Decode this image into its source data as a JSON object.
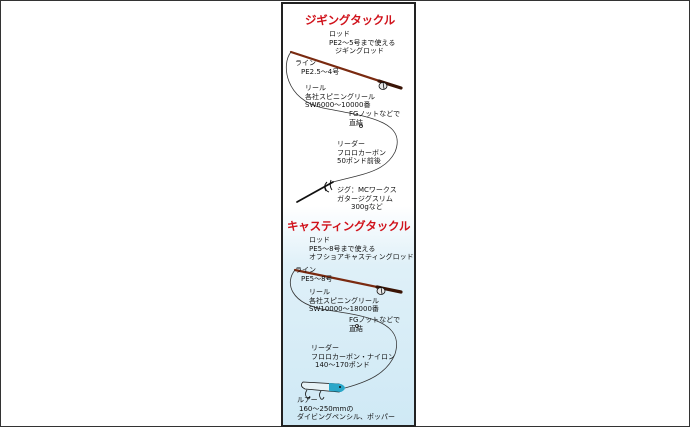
{
  "jigging": {
    "title": "ジギングタックル",
    "rod": [
      "ロッド",
      "PE2〜5号まで使える",
      "ジギングロッド"
    ],
    "line": [
      "ライン",
      "PE2.5〜4号"
    ],
    "reel": [
      "リール",
      "各社スピニングリール",
      "SW6000〜10000番"
    ],
    "knot": [
      "FGノットなどで",
      "直結"
    ],
    "leader": [
      "リーダー",
      "フロロカーボン",
      "50ポンド前後"
    ],
    "jig": [
      "ジグ：MCワークス",
      "ガタージグスリム",
      "300gなど"
    ]
  },
  "casting": {
    "title": "キャスティングタックル",
    "rod": [
      "ロッド",
      "PE5〜8号まで使える",
      "オフショアキャスティングロッド"
    ],
    "line": [
      "ライン",
      "PE5〜8号"
    ],
    "reel": [
      "リール",
      "各社スピニングリール",
      "SW10000〜18000番"
    ],
    "knot": [
      "FGノットなどで",
      "直結"
    ],
    "leader": [
      "リーダー",
      "フロロカーボン・ナイロン",
      "140〜170ポンド"
    ],
    "lure": [
      "ルアー",
      "160〜250mmの",
      "ダイビングペンシル、ポッパー"
    ]
  },
  "colors": {
    "title": "#d0121b",
    "rod": "#7a2a10",
    "line": "#333333",
    "lure": "#2aa7c9"
  }
}
